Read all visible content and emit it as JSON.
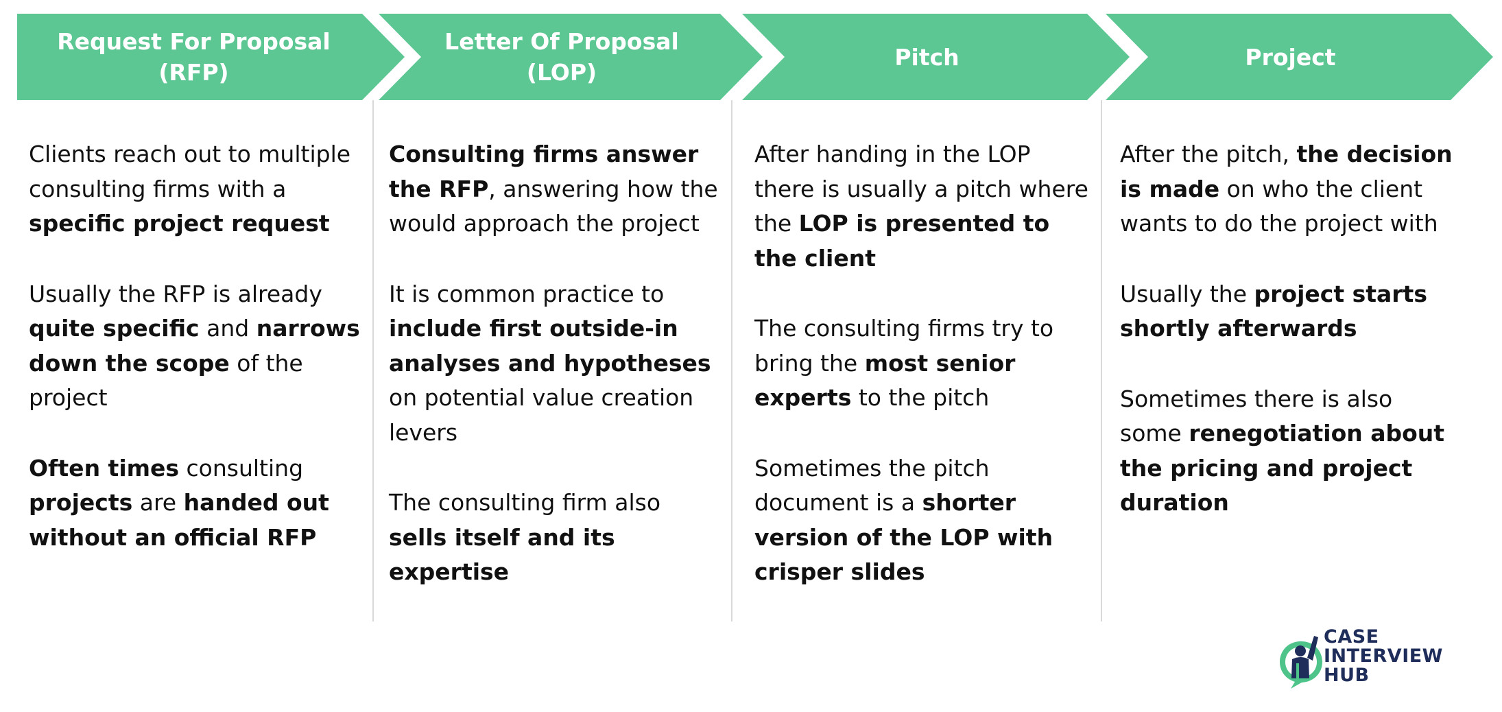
{
  "stages": [
    {
      "title": "Request For Proposal\n(RFP)",
      "paragraphs": [
        [
          {
            "t": "Clients reach out to multiple consulting firms with a ",
            "b": false
          },
          {
            "t": "specific project request",
            "b": true
          }
        ],
        [
          {
            "t": "Usually the RFP is already ",
            "b": false
          },
          {
            "t": "quite specific",
            "b": true
          },
          {
            "t": " and ",
            "b": false
          },
          {
            "t": "narrows down the scope",
            "b": true
          },
          {
            "t": " of the project",
            "b": false
          }
        ],
        [
          {
            "t": "Often times",
            "b": true
          },
          {
            "t": " consulting ",
            "b": false
          },
          {
            "t": "projects",
            "b": true
          },
          {
            "t": " are ",
            "b": false
          },
          {
            "t": "handed out without an official RFP",
            "b": true
          }
        ]
      ]
    },
    {
      "title": "Letter Of Proposal\n(LOP)",
      "paragraphs": [
        [
          {
            "t": "Consulting firms answer the RFP",
            "b": true
          },
          {
            "t": ", answering how the would approach the project",
            "b": false
          }
        ],
        [
          {
            "t": "It is common practice to ",
            "b": false
          },
          {
            "t": "include first outside-in analyses and hypotheses",
            "b": true
          },
          {
            "t": " on potential value creation levers",
            "b": false
          }
        ],
        [
          {
            "t": "The consulting firm also ",
            "b": false
          },
          {
            "t": "sells itself and its expertise",
            "b": true
          }
        ]
      ]
    },
    {
      "title": "Pitch",
      "paragraphs": [
        [
          {
            "t": "After handing in the LOP there is usually a pitch where the ",
            "b": false
          },
          {
            "t": "LOP is presented to the client",
            "b": true
          }
        ],
        [
          {
            "t": "The consulting firms try to bring the ",
            "b": false
          },
          {
            "t": "most senior experts",
            "b": true
          },
          {
            "t": " to the pitch",
            "b": false
          }
        ],
        [
          {
            "t": "Sometimes the pitch document is a ",
            "b": false
          },
          {
            "t": "shorter version of the LOP with crisper slides",
            "b": true
          }
        ]
      ]
    },
    {
      "title": "Project",
      "paragraphs": [
        [
          {
            "t": "After the pitch, ",
            "b": false
          },
          {
            "t": "the decision is made",
            "b": true
          },
          {
            "t": " on who the client wants to do the project with",
            "b": false
          }
        ],
        [
          {
            "t": "Usually the ",
            "b": false
          },
          {
            "t": "project starts shortly afterwards",
            "b": true
          }
        ],
        [
          {
            "t": "Sometimes there is also some ",
            "b": false
          },
          {
            "t": "renegotiation about the pricing and project duration",
            "b": true
          }
        ]
      ]
    }
  ],
  "logo": {
    "line1": "CASE",
    "line2": "INTERVIEW",
    "line3": "HUB"
  },
  "colors": {
    "chevron": "#5cc793",
    "divider": "#d9d9d9",
    "logo_navy": "#1f2d5a",
    "logo_green": "#4fc48a"
  },
  "icons": {
    "logo_mark": "person-raising-hand-in-speech-bubble-icon"
  }
}
